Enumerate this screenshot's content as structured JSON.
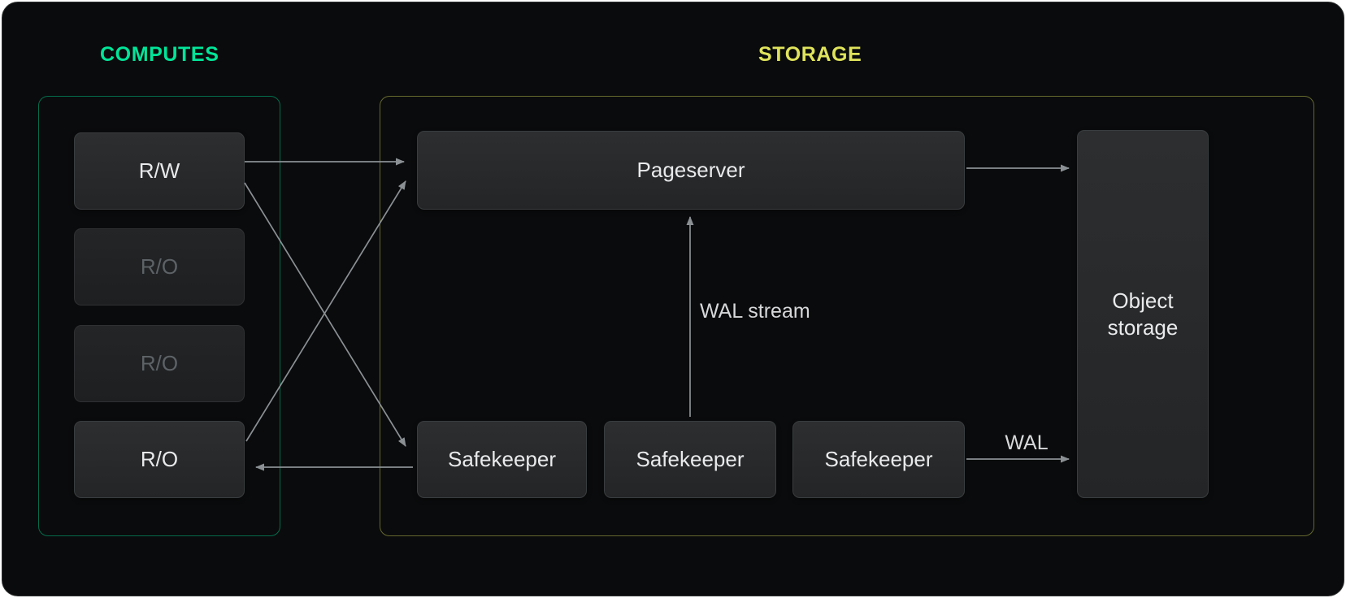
{
  "diagram": {
    "computes": {
      "label": "COMPUTES",
      "nodes": [
        {
          "label": "R/W"
        },
        {
          "label": "R/O"
        },
        {
          "label": "R/O"
        },
        {
          "label": "R/O"
        }
      ]
    },
    "storage": {
      "label": "STORAGE",
      "pageserver": "Pageserver",
      "safekeepers": [
        "Safekeeper",
        "Safekeeper",
        "Safekeeper"
      ],
      "object_storage": "Object storage"
    },
    "annotations": {
      "wal_stream": "WAL stream",
      "wal": "WAL"
    }
  },
  "colors": {
    "computes_accent": "#00e599",
    "storage_accent": "#dfe35b",
    "arrow": "#8b9094",
    "background": "#0a0b0c"
  }
}
